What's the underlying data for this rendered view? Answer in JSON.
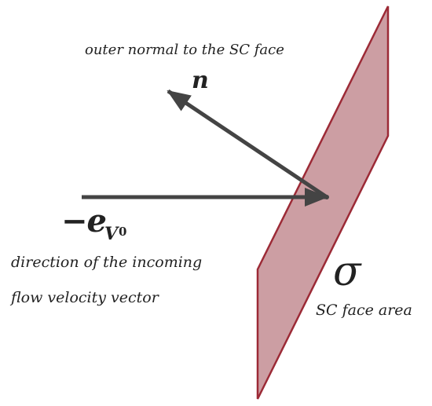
{
  "labels": {
    "outer_normal_caption": "outer normal to the SC face",
    "normal_vector_symbol": "n",
    "incoming_vector_minus_sign": "−",
    "incoming_vector_base": "e",
    "incoming_vector_subscript": "V",
    "incoming_vector_subsubscript": "0",
    "incoming_caption_line1": "direction of the incoming",
    "incoming_caption_line2": "flow velocity vector",
    "face_area_symbol": "σ",
    "face_area_caption": "SC face area"
  },
  "colors": {
    "plane_fill": "#cc9ea3",
    "plane_edge": "#9c2a36",
    "vector": "#444444",
    "text": "#222222"
  }
}
